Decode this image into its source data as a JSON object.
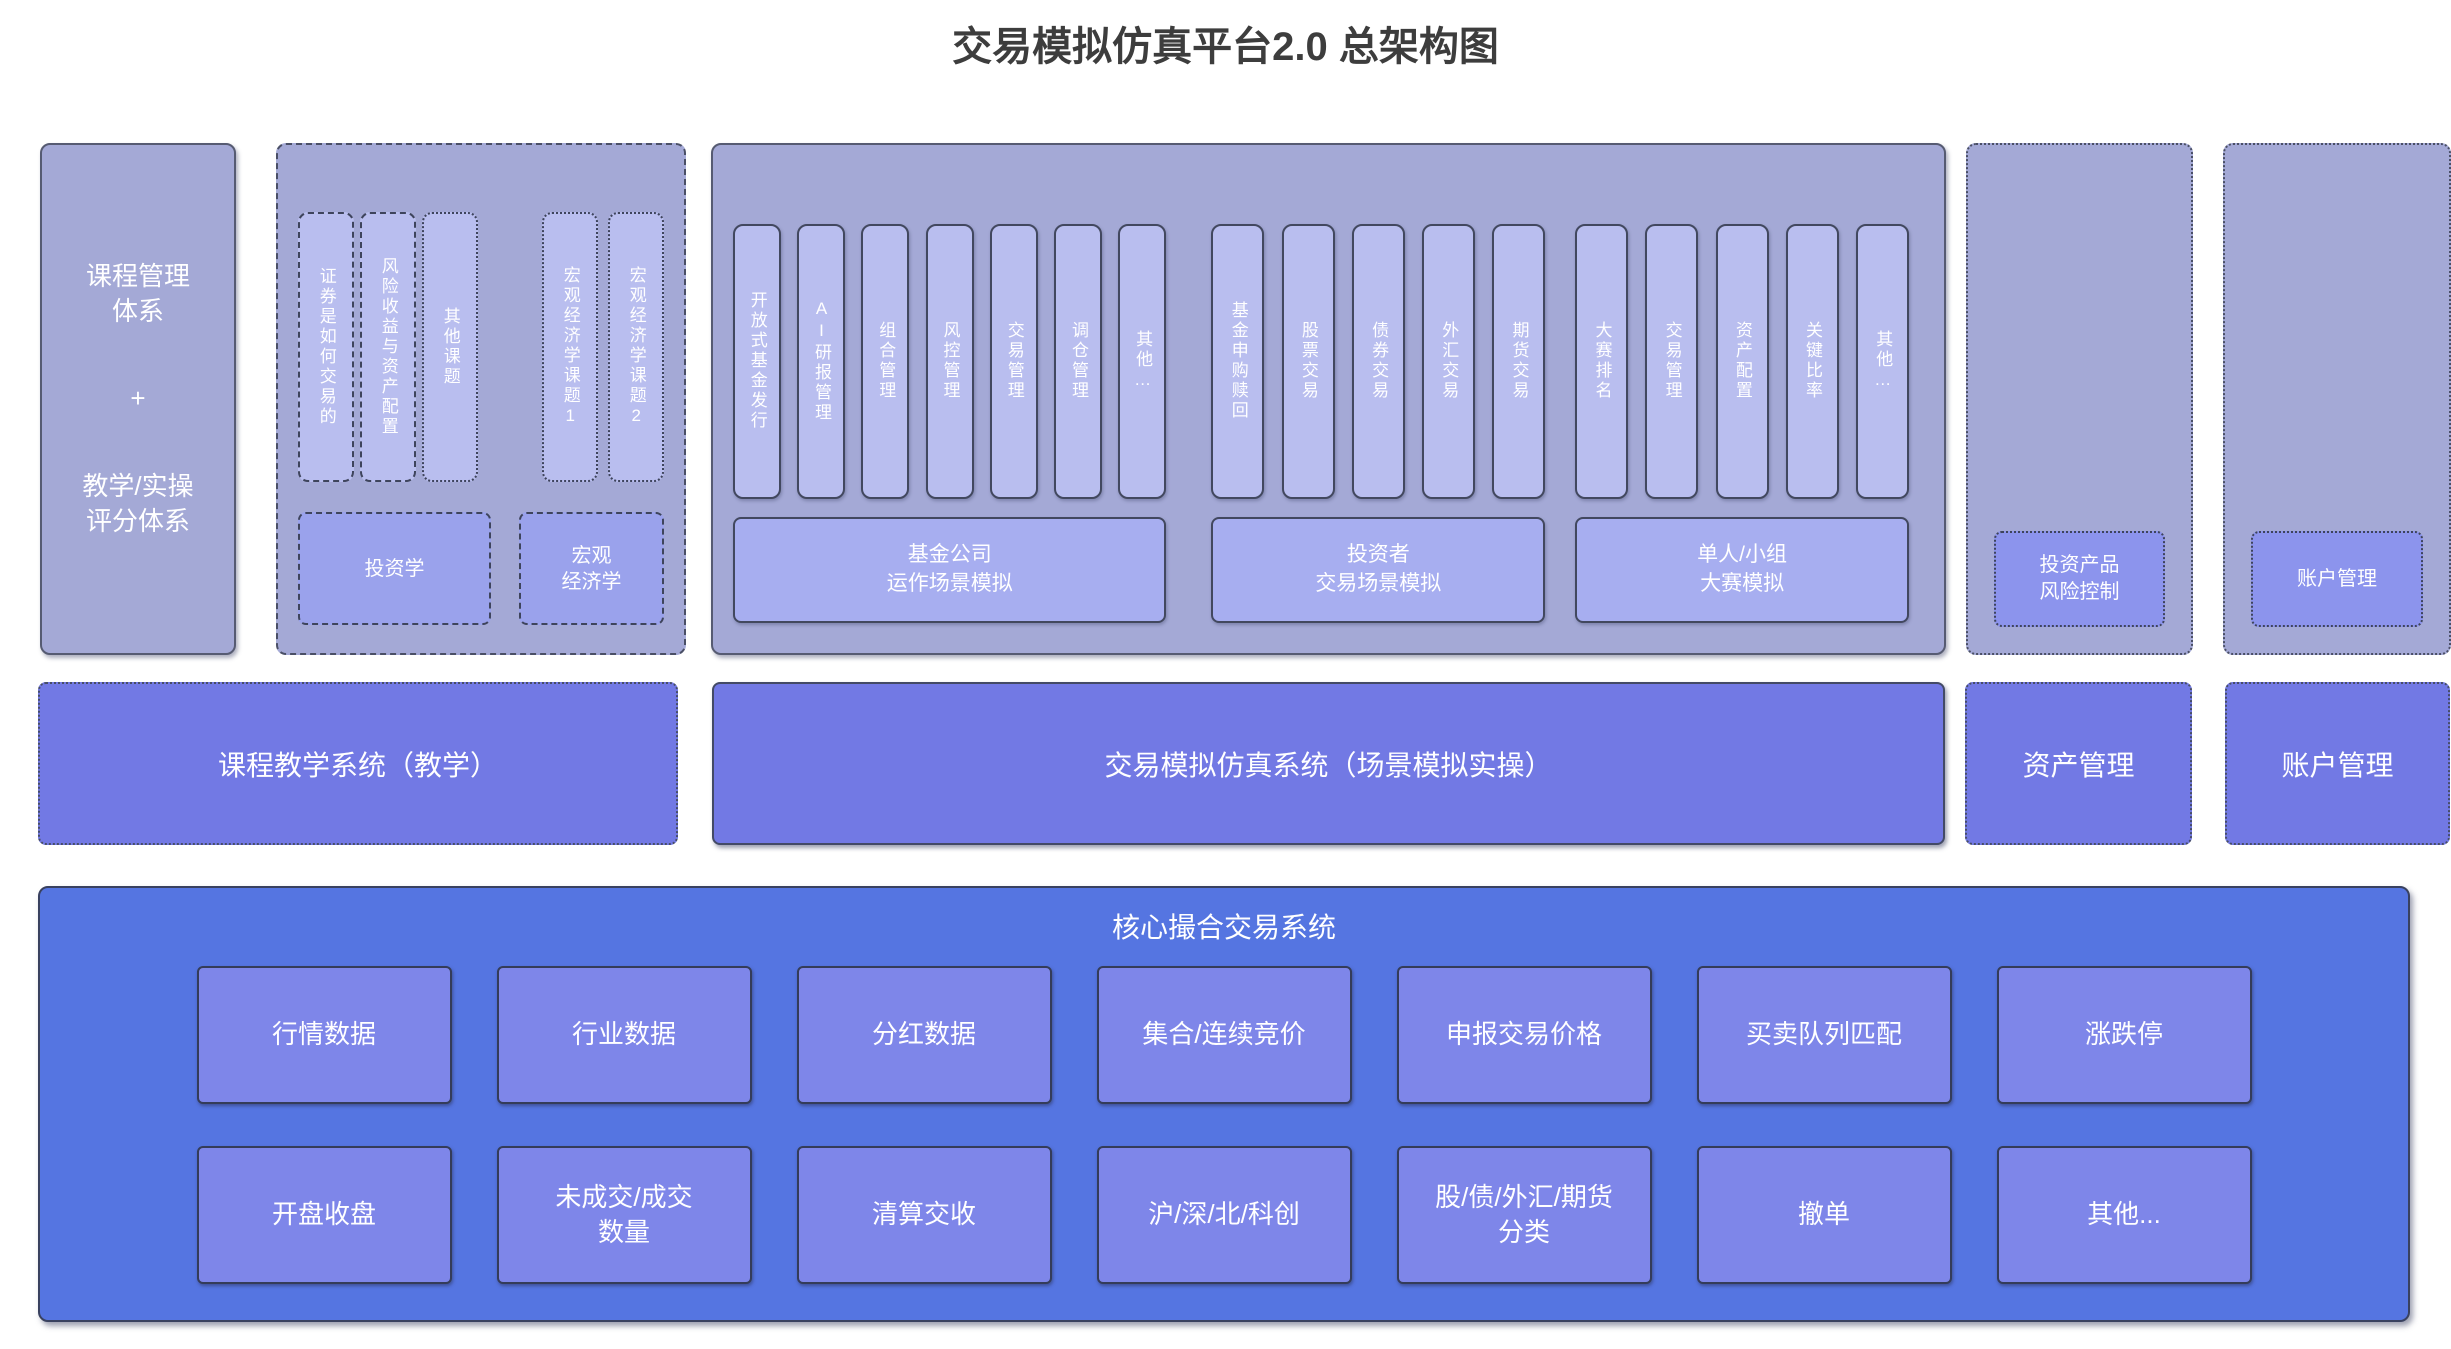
{
  "title": "交易模拟仿真平台2.0 总架构图",
  "colors": {
    "panel_bg": "#a4a9d6",
    "column_bg": "#b9beef",
    "topic_footer_bg": "#9aa2ec",
    "sim_footer_bg": "#a7aef0",
    "side_footer_bg": "#8c94ed",
    "system_box_bg": "#7279e4",
    "core_bg": "#5575e1",
    "core_box_bg": "#7e86e9"
  },
  "top": {
    "course_panel": {
      "line1": "课程管理\n体系",
      "plus": "+",
      "line2": "教学/实操\n评分体系"
    },
    "topics_panel": {
      "columns": [
        "证券是如何交易的",
        "风险收益与资产配置",
        "其他课题",
        "宏观经济学课题1",
        "宏观经济学课题2"
      ],
      "footers": [
        "投资学",
        "宏观\n经济学"
      ]
    },
    "sim_panel": {
      "groups": [
        {
          "columns": [
            "开放式基金发行",
            "AI研报管理",
            "组合管理",
            "风控管理",
            "交易管理",
            "调仓管理",
            "其他…"
          ],
          "footer": "基金公司\n运作场景模拟"
        },
        {
          "columns": [
            "基金申购赎回",
            "股票交易",
            "债券交易",
            "外汇交易",
            "期货交易"
          ],
          "footer": "投资者\n交易场景模拟"
        },
        {
          "columns": [
            "大赛排名",
            "交易管理",
            "资产配置",
            "关键比率",
            "其他…"
          ],
          "footer": "单人/小组\n大赛模拟"
        }
      ]
    },
    "risk_panel": {
      "footer": "投资产品\n风险控制"
    },
    "account_panel": {
      "footer": "账户管理"
    }
  },
  "systems": [
    "课程教学系统（教学）",
    "交易模拟仿真系统（场景模拟实操）",
    "资产管理",
    "账户管理"
  ],
  "core": {
    "title": "核心撮合交易系统",
    "row1": [
      "行情数据",
      "行业数据",
      "分红数据",
      "集合/连续竞价",
      "申报交易价格",
      "买卖队列匹配",
      "涨跌停"
    ],
    "row2": [
      "开盘收盘",
      "未成交/成交\n数量",
      "清算交收",
      "沪/深/北/科创",
      "股/债/外汇/期货\n分类",
      "撤单",
      "其他..."
    ]
  }
}
